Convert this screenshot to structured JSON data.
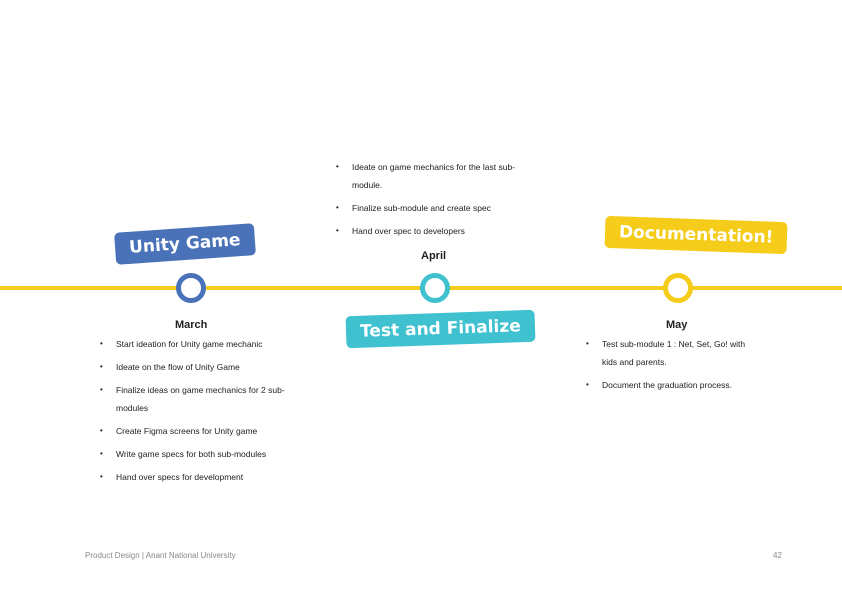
{
  "phases": [
    {
      "month": "March",
      "tag": "Unity Game",
      "tag_color": "#4a72b8",
      "node_color": "#4a72b8",
      "items": [
        "Start ideation for Unity game mechanic",
        "Ideate on the flow of Unity Game",
        "Finalize ideas on game mechanics for 2 sub-modules",
        "Create Figma screens for Unity game",
        "Write game specs for both sub-modules",
        "Hand over specs for development"
      ]
    },
    {
      "month": "April",
      "tag": "Test and Finalize",
      "tag_color": "#3fc1d0",
      "node_color": "#3fc1d0",
      "items": [
        "Ideate on game mechanics for the last sub-module.",
        "Finalize sub-module and create spec",
        "Hand over spec to developers"
      ]
    },
    {
      "month": "May",
      "tag": "Documentation!",
      "tag_color": "#f5cc1a",
      "node_color": "#f5cc1a",
      "items": [
        "Test sub-module 1 : Net, Set, Go! with kids and parents.",
        "Document the graduation process."
      ]
    }
  ],
  "timeline_color": "#f5cc1a",
  "footer": {
    "left": "Product Design | Anant National University",
    "page_number": "42"
  }
}
